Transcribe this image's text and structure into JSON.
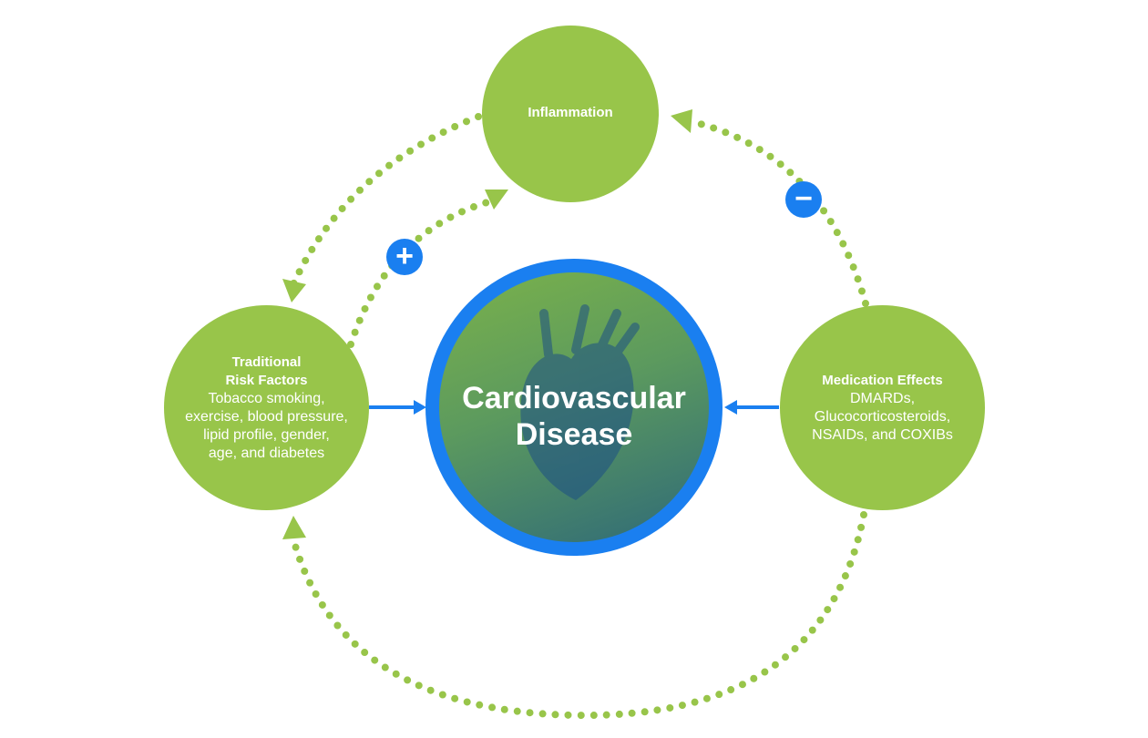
{
  "colors": {
    "green": "#98c54a",
    "blue": "#1a7ff0"
  },
  "nodes": {
    "inflammation": {
      "title": "Inflammation"
    },
    "traditional": {
      "title_line1": "Traditional",
      "title_line2": "Risk Factors",
      "body": [
        "Tobacco smoking,",
        "exercise, blood pressure,",
        "lipid profile, gender,",
        "age, and diabetes"
      ]
    },
    "medication": {
      "title": "Medication Effects",
      "body": [
        "DMARDs,",
        "Glucocorticosteroids,",
        "NSAIDs, and COXIBs"
      ]
    },
    "center": {
      "line1": "Cardiovascular",
      "line2": "Disease"
    }
  },
  "badges": {
    "plus": "+",
    "minus": "−"
  }
}
